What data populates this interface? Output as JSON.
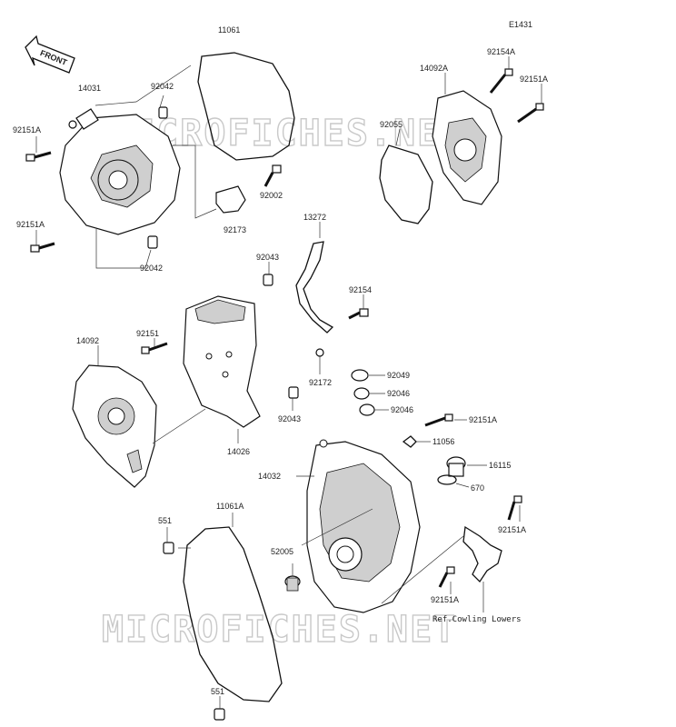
{
  "diagram_code": "E1431",
  "front_arrow": "FRONT",
  "watermark": "MICROFICHES.NET",
  "reference_note": "Ref.Cowling Lowers",
  "labels": {
    "p11061": "11061",
    "p14031": "14031",
    "p92042_top": "92042",
    "p92151A_1": "92151A",
    "p92002": "92002",
    "p92173": "92173",
    "p92151A_2": "92151A",
    "p92042_bot": "92042",
    "p14092A": "14092A",
    "p92154A": "92154A",
    "p92151A_3": "92151A",
    "p92055": "92055",
    "p13272": "13272",
    "p92043_top": "92043",
    "p92154": "92154",
    "p92151": "92151",
    "p14092": "14092",
    "p92172": "92172",
    "p92049": "92049",
    "p92046_1": "92046",
    "p92046_2": "92046",
    "p92043_bot": "92043",
    "p92151A_4": "92151A",
    "p11056": "11056",
    "p14026": "14026",
    "p14032": "14032",
    "p16115": "16115",
    "p670": "670",
    "p551_top": "551",
    "p11061A": "11061A",
    "p92151A_5": "92151A",
    "p52005": "52005",
    "p92151A_6": "92151A",
    "p551_bot": "551"
  }
}
